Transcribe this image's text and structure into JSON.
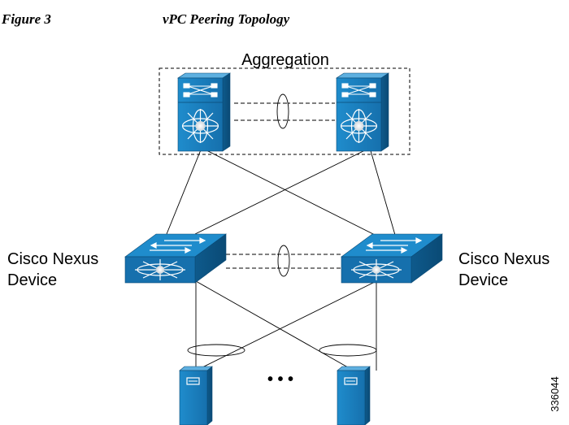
{
  "figure": {
    "number_label": "Figure 3",
    "title": "vPC Peering Topology"
  },
  "diagram": {
    "aggregation_label": "Aggregation",
    "left_switch_label": [
      "Cisco Nexus",
      "Device"
    ],
    "right_switch_label": [
      "Cisco Nexus",
      "Device"
    ],
    "ellipsis": "• • •",
    "figure_id": "336044"
  },
  "colors": {
    "device_blue": "#1a7fbf",
    "device_dark": "#0d5f94",
    "device_light": "#5eb0e0"
  }
}
